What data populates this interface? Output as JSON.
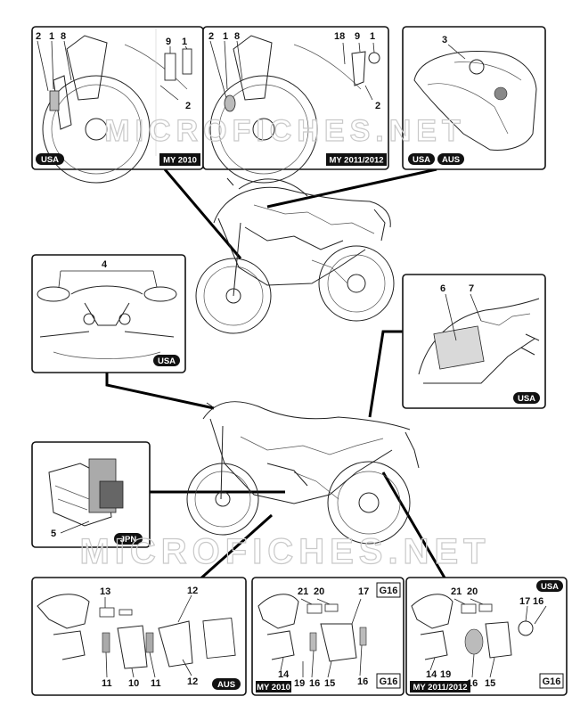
{
  "watermark": "MICROFICHES.NET",
  "panels": {
    "headlight_usa": {
      "numbers": [
        "2",
        "1",
        "8",
        "2"
      ],
      "badges": [
        "USA"
      ]
    },
    "headlight_my2010": {
      "numbers": [
        "9",
        "1"
      ],
      "year_label": "MY 2010"
    },
    "headlight_my2011": {
      "numbers": [
        "2",
        "1",
        "8",
        "18",
        "9",
        "1",
        "2"
      ],
      "year_label": "MY 2011/2012"
    },
    "tank": {
      "numbers": [
        "3"
      ],
      "badges": [
        "USA",
        "AUS"
      ]
    },
    "mirrors": {
      "numbers": [
        "4"
      ],
      "badges": [
        "USA"
      ]
    },
    "tail": {
      "numbers": [
        "6",
        "7"
      ],
      "badges": [
        "USA"
      ]
    },
    "jpn": {
      "numbers": [
        "5"
      ],
      "badges": [
        "JPN"
      ]
    },
    "plate_aus": {
      "numbers": [
        "13",
        "12",
        "11",
        "10",
        "11",
        "12"
      ],
      "badges": [
        "AUS"
      ]
    },
    "plate_my2010": {
      "numbers": [
        "21",
        "20",
        "17",
        "14",
        "19",
        "16",
        "15",
        "16"
      ],
      "g16": [
        "G16",
        "G16"
      ],
      "year_label": "MY 2010"
    },
    "plate_my2011": {
      "numbers": [
        "21",
        "20",
        "17",
        "16",
        "14",
        "19",
        "16",
        "15"
      ],
      "g16": [
        "G16"
      ],
      "badges": [
        "USA"
      ],
      "year_label": "MY 2011/2012"
    }
  }
}
